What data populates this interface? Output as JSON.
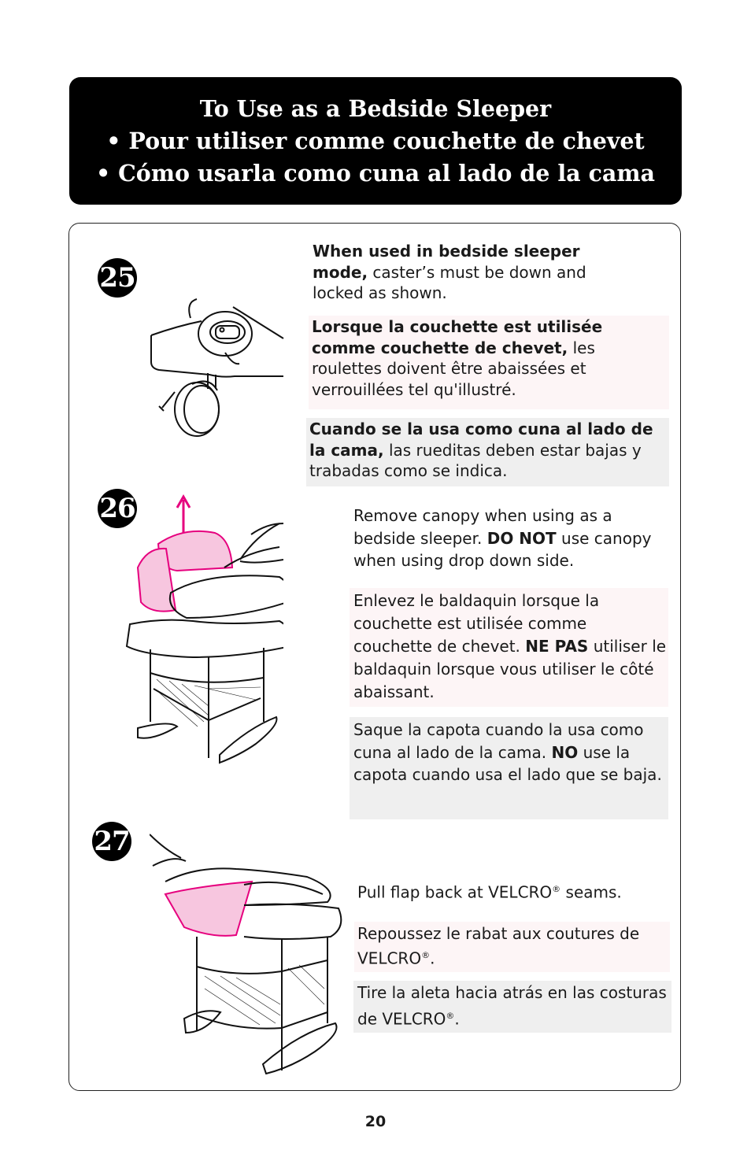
{
  "header": {
    "line1": "To Use as a Bedside Sleeper",
    "line2": "• Pour utiliser comme couchette de chevet",
    "line3": "• Cómo usarla como cuna al lado de la cama"
  },
  "steps": {
    "s25": {
      "number": "25",
      "en_bold": "When used in bedside sleeper mode,",
      "en_rest": " caster’s must be down and locked as shown.",
      "fr_bold": "Lorsque la couchette est utilisée comme couchette de chevet,",
      "fr_rest": " les roulettes doivent être abaissées et verrouillées tel qu'illustré.",
      "es_bold": "Cuando se la usa como cuna al lado de la cama,",
      "es_rest": " las rueditas deben estar bajas y trabadas como se indica."
    },
    "s26": {
      "number": "26",
      "en_a": "Remove canopy when using as a bedside sleeper. ",
      "en_bold": "DO NOT",
      "en_b": " use canopy when using drop down side.",
      "fr_a": "Enlevez le baldaquin lorsque la couchette est utilisée comme couchette de chevet. ",
      "fr_bold": "NE PAS",
      "fr_b": " utiliser le baldaquin lorsque vous utiliser le côté abaissant.",
      "es_a": "Saque la capota cuando la usa como cuna al lado de la cama. ",
      "es_bold": "NO",
      "es_b": " use la capota cuando usa el lado que se baja."
    },
    "s27": {
      "number": "27",
      "en_a": "Pull flap back at VELCRO",
      "en_b": " seams.",
      "fr_a": "Repoussez le rabat aux coutures de VELCRO",
      "fr_b": ".",
      "es_a": "Tire la aleta hacia atrás en las costuras de VELCRO",
      "es_b": ".",
      "reg": "®"
    }
  },
  "page_number": "20",
  "colors": {
    "accent": "#e6007e",
    "header_bg": "#000000"
  }
}
